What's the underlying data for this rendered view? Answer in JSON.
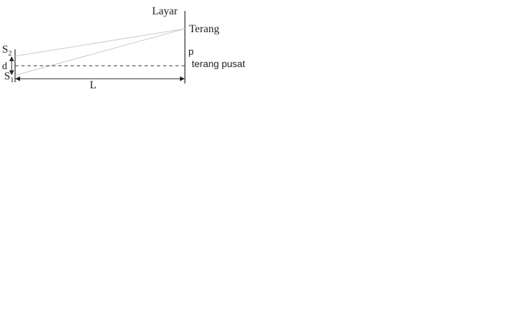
{
  "labels": {
    "screen": "Layar",
    "bright": "Terang",
    "p": "p",
    "central_bright": "terang pusat",
    "s2_letter": "S",
    "s2_sub": "2",
    "s1_letter": "S",
    "s1_sub": "1",
    "d": "d",
    "L": "L"
  },
  "colors": {
    "line": "#222222",
    "ray": "#c8c8c8",
    "text": "#222222"
  }
}
